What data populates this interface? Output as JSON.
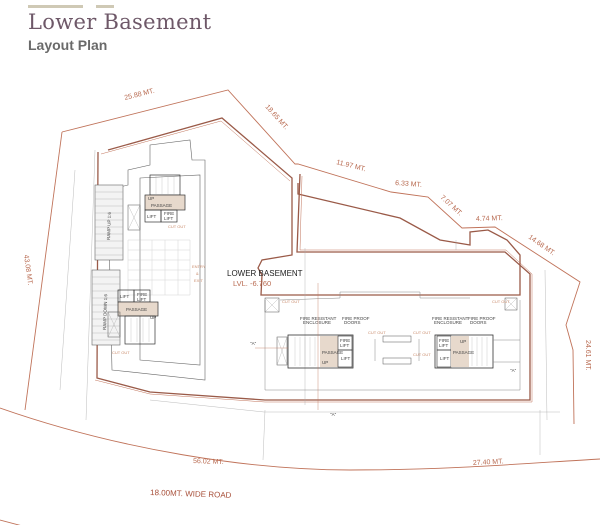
{
  "header": {
    "title": "Lower Basement",
    "subtitle": "Layout Plan"
  },
  "plan": {
    "level_name": "LOWER BASEMENT",
    "level_value": "LVL.  -6.760",
    "road_label": "18.00MT. WIDE ROAD",
    "dimensions": {
      "top_left": "25.88 MT.",
      "top_diag": "18.65 MT.",
      "seg1": "11.97 MT.",
      "seg2": "6.33 MT.",
      "seg3": "7.07 MT.",
      "seg4": "4.74 MT.",
      "seg5": "14.68 MT.",
      "right": "24.61 MT.",
      "left": "43.08 MT.",
      "bottom_left": "56.02 MT.",
      "bottom_right": "27.40 MT."
    },
    "labels": {
      "entry_exit_1": "ENTRY",
      "entry_exit_2": "&",
      "entry_exit_3": "EXIT",
      "up": "UP",
      "passage": "PASSAGE",
      "lift": "LIFT",
      "fire_lift_1": "FIRE",
      "fire_lift_2": "LIFT",
      "cut_out": "CUT OUT",
      "fire_resistant_1": "FIRE RESISTANT",
      "fire_resistant_2": "ENCLOSURE",
      "fire_proof_1": "FIRE PROOF",
      "fire_proof_2": "DOORS",
      "ramp_up": "RAMP UP 1:6",
      "ramp_down": "RAMP DOWN 1:6",
      "section_a": "\"A\""
    },
    "colors": {
      "boundary": "#c0735a",
      "wall": "#9a5a48",
      "line": "#888888",
      "passage_fill": "#e7d9cc"
    }
  }
}
